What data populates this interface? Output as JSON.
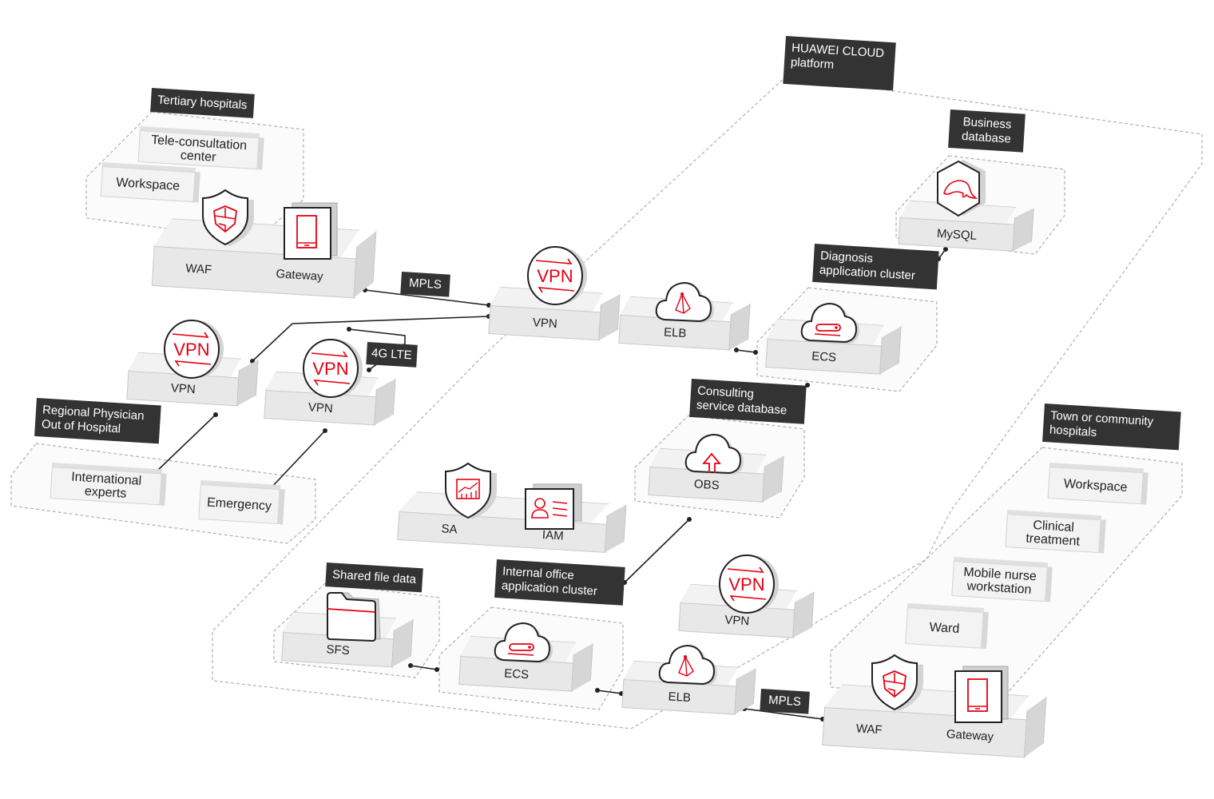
{
  "colors": {
    "accent": "#e60012",
    "label_bg": "#333333",
    "label_text": "#ffffff",
    "box_front": "#e8e8e8",
    "box_top": "#f2f2f2",
    "dashed": "#b5b5b5",
    "line": "#222222"
  },
  "regions": {
    "huawei_cloud": "HUAWEI CLOUD\nplatform",
    "tertiary": "Tertiary hospitals",
    "regional": "Regional Physician\nOut of Hospital",
    "town": "Town or community\nhospitals",
    "business_db": "Business\ndatabase",
    "diagnosis": "Diagnosis\napplication cluster",
    "consulting": "Consulting\nservice database",
    "shared_file": "Shared file data",
    "internal_office": "Internal office\napplication cluster"
  },
  "tertiary": {
    "cards": [
      "Tele-consultation\ncenter",
      "Workspace"
    ],
    "box_labels": [
      "WAF",
      "Gateway"
    ]
  },
  "regional": {
    "cards": [
      "International\nexperts",
      "Emergency"
    ]
  },
  "town": {
    "cards": [
      "Workspace",
      "Clinical\ntreatment",
      "Mobile nurse\nworkstation",
      "Ward"
    ],
    "box_labels": [
      "WAF",
      "Gateway"
    ]
  },
  "links": {
    "mpls_top": "MPLS",
    "lte": "4G LTE",
    "mpls_bottom": "MPLS"
  },
  "services": {
    "vpn_center": "VPN",
    "vpn_left": "VPN",
    "vpn_mid": "VPN",
    "vpn_bottom": "VPN",
    "vpn_icon_text": "VPN",
    "elb_top": "ELB",
    "elb_bottom": "ELB",
    "ecs_diag": "ECS",
    "ecs_internal": "ECS",
    "mysql": "MySQL",
    "obs": "OBS",
    "sfs": "SFS",
    "sa": "SA",
    "iam": "IAM"
  }
}
